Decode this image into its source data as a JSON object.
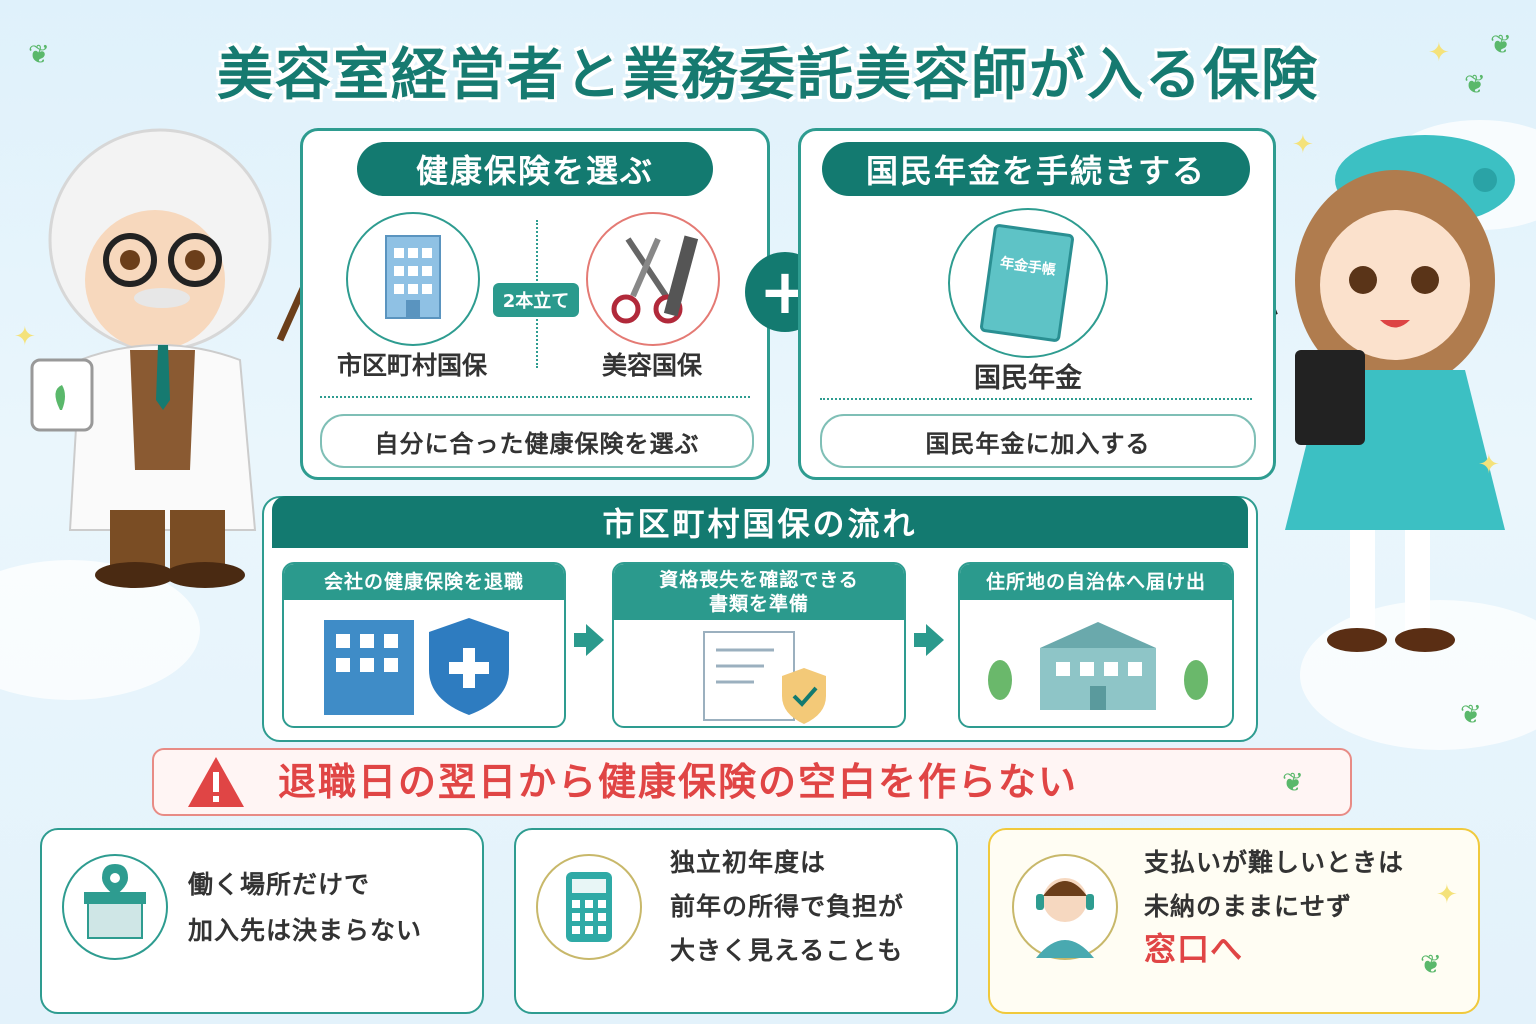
{
  "title": "美容室経営者と業務委託美容師が入る保険",
  "health": {
    "heading": "健康保険を選ぶ",
    "left_label": "市区町村国保",
    "badge": "2本立て",
    "right_label": "美容国保",
    "footer": "自分に合った健康保険を選ぶ"
  },
  "plus_symbol": "+",
  "pension": {
    "heading": "国民年金を手続きする",
    "book_label": "年金手帳",
    "label": "国民年金",
    "footer": "国民年金に加入する"
  },
  "flow": {
    "heading": "市区町村国保の流れ",
    "steps": [
      {
        "title": "会社の健康保険を退職"
      },
      {
        "title": "資格喪失を確認できる\n書類を準備"
      },
      {
        "title": "住所地の自治体へ届け出"
      }
    ]
  },
  "warning": {
    "icon": "warning-triangle-icon",
    "text": "退職日の翌日から健康保険の空白を作らない",
    "color": "#e04545"
  },
  "cards": [
    {
      "icon": "shop-location-icon",
      "line1": "働く場所だけで",
      "line2": "加入先は決まらない"
    },
    {
      "icon": "calculator-icon",
      "line1": "独立初年度は",
      "line2": "前年の所得で負担が",
      "line3": "大きく見えることも"
    },
    {
      "icon": "operator-headset-icon",
      "line1": "支払いが難しいときは",
      "line2": "未納のままにせず",
      "line3": "窓口へ"
    }
  ],
  "colors": {
    "accent": "#137a70",
    "panel_border": "#2e9c90",
    "warning": "#e04545",
    "highlight_card": "#f0c93c"
  }
}
